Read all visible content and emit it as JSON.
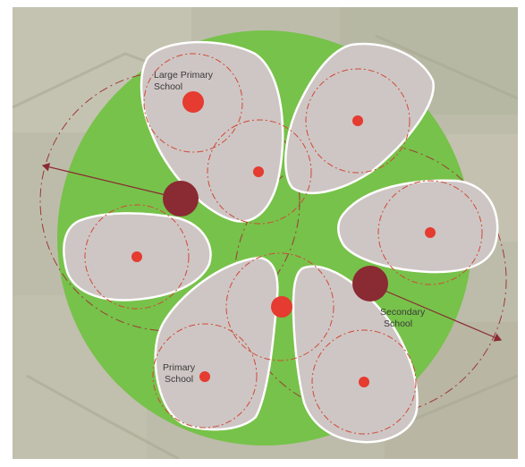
{
  "labels": {
    "large_primary_school": [
      "Large Primary",
      "School"
    ],
    "secondary_school": [
      "Secondary",
      "School"
    ],
    "primary_school": [
      "Primary",
      "School"
    ]
  },
  "colors": {
    "aerial_base": "#b9b9a7",
    "green_circle": "#77c24a",
    "petal_fill": "#cec6c4",
    "petal_stroke": "#ffffff",
    "dot_red": "#e53b30",
    "dot_maroon": "#8a2a33",
    "dash_line": "#cf4a3a",
    "arrow": "#8a2a33",
    "label_text": "#3a3a3a"
  }
}
